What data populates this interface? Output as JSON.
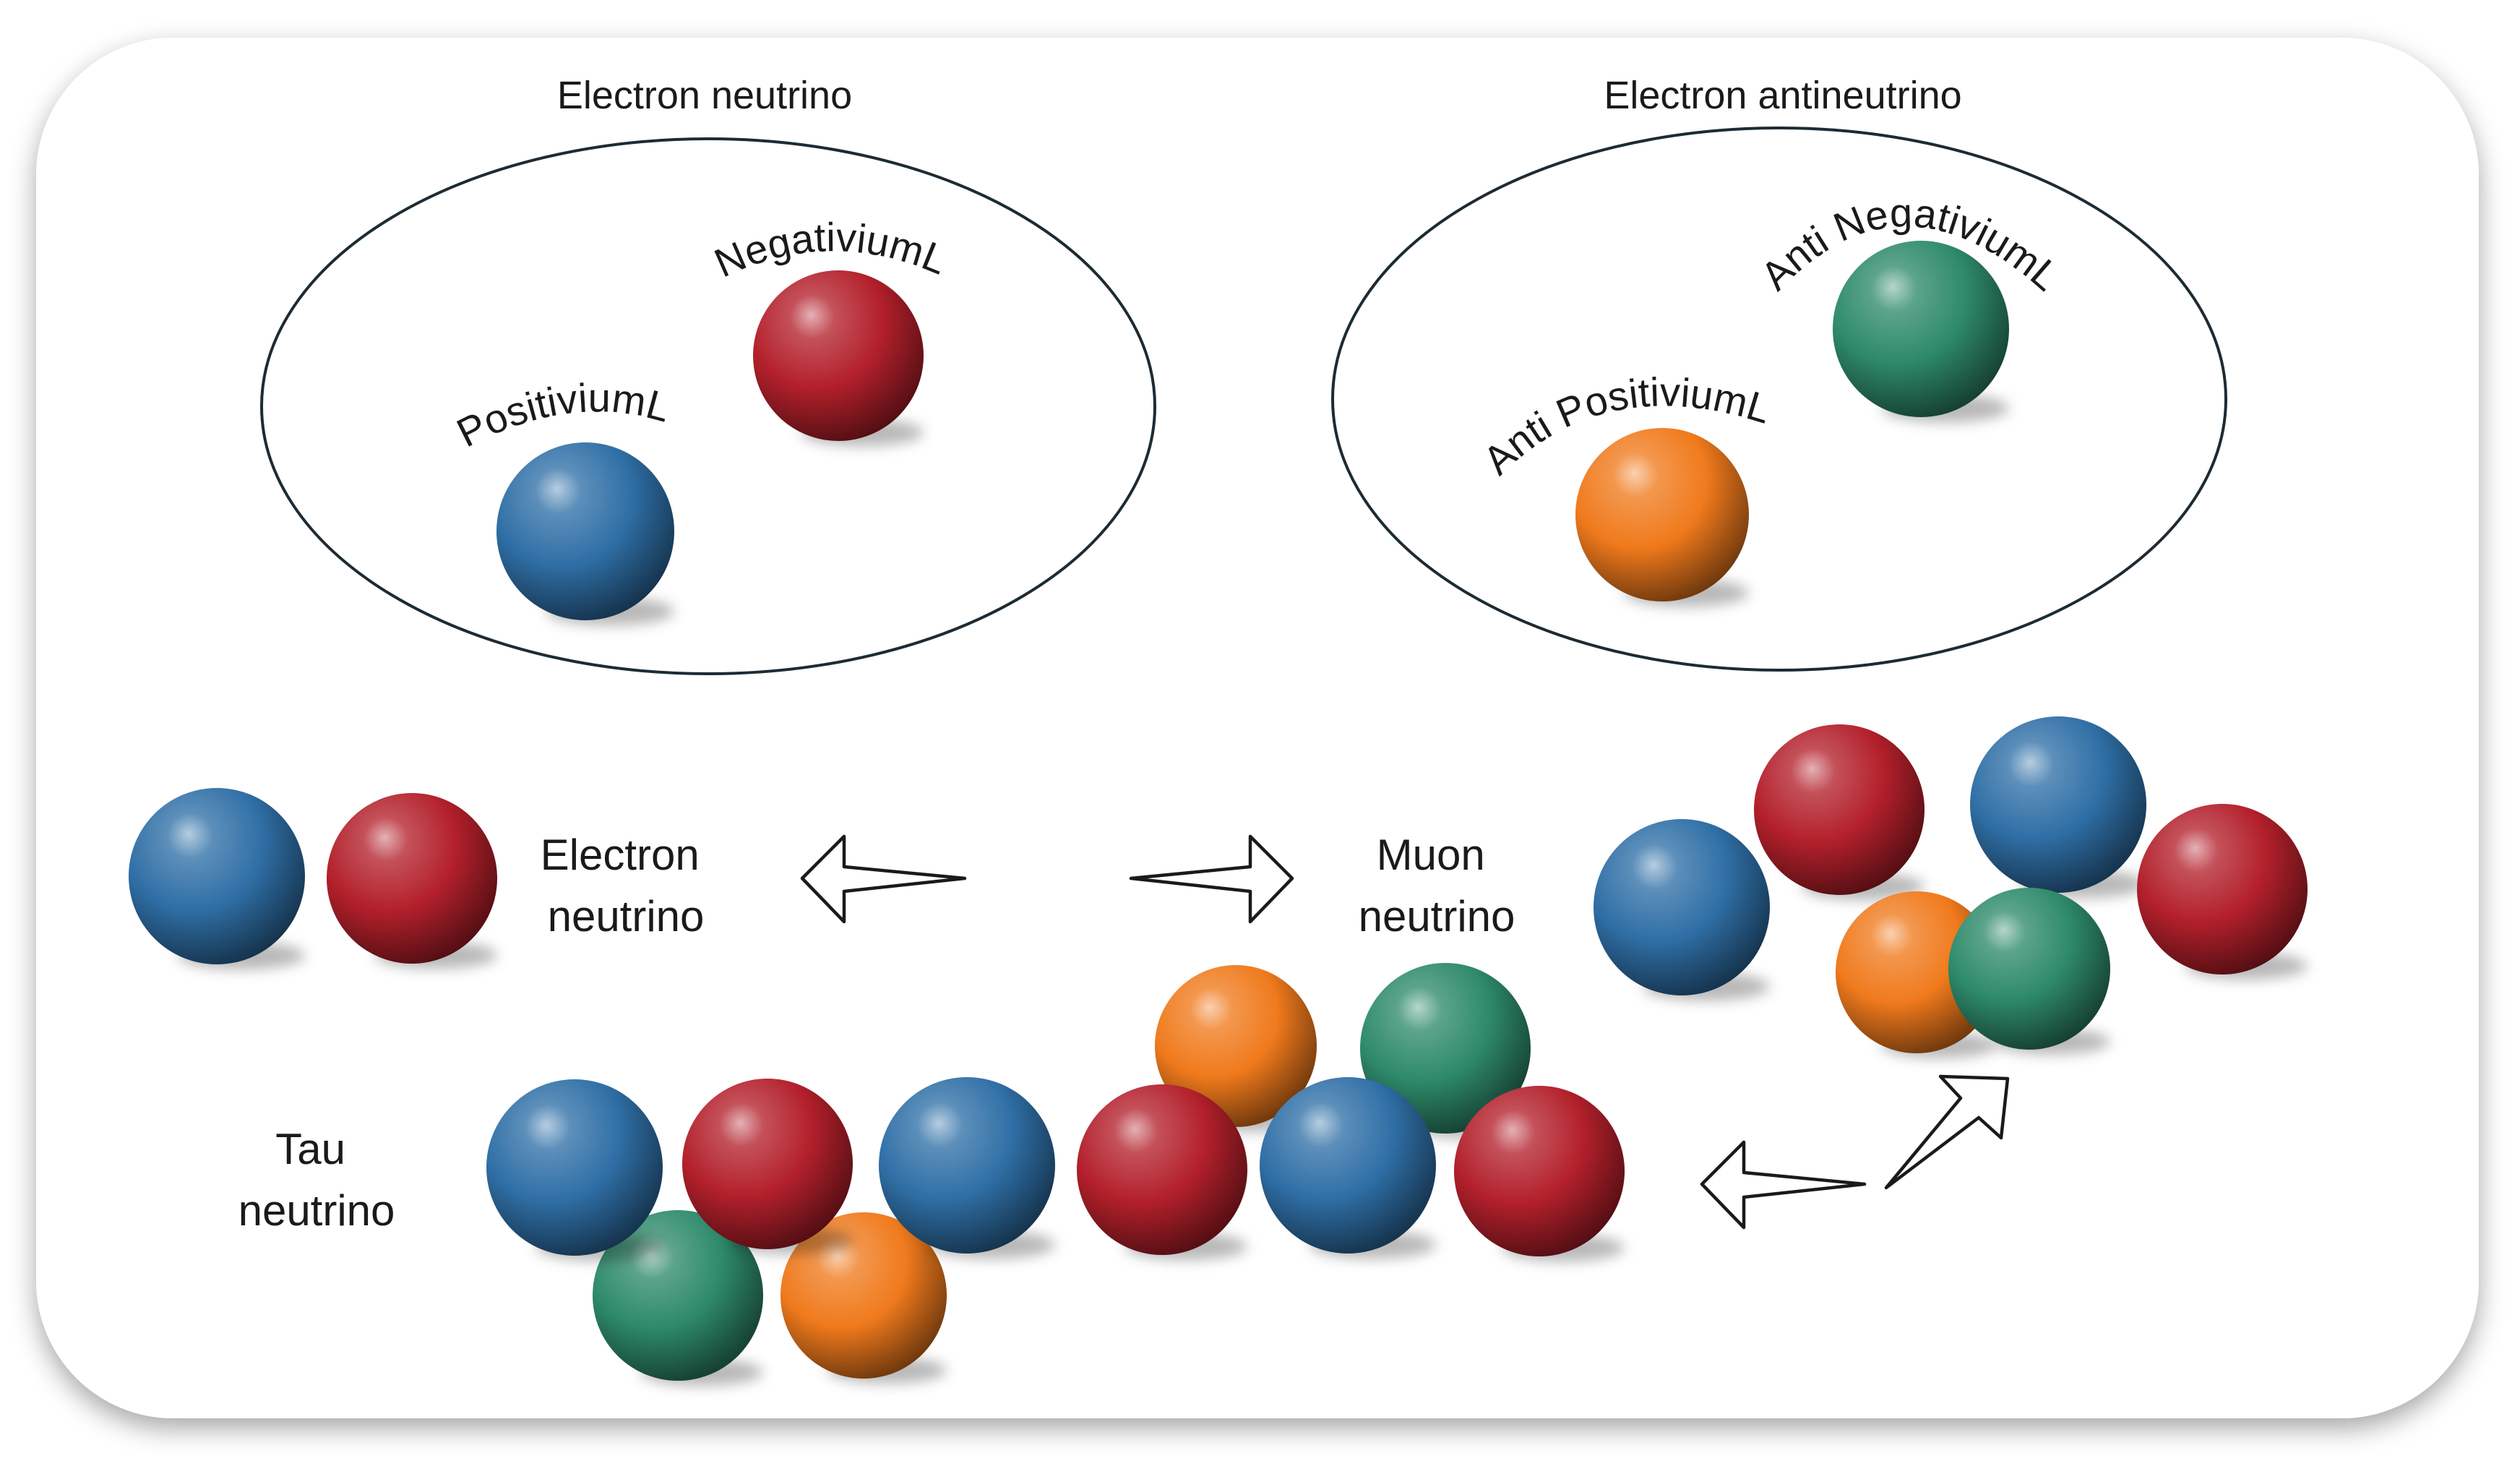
{
  "colors": {
    "blue": "#2f6fa6",
    "red": "#b3202b",
    "orange": "#f07a1c",
    "green": "#2e8a6a",
    "outline": "#1d2b33"
  },
  "groups": {
    "electron_neutrino": {
      "heading": "Electron neutrino",
      "labels": [
        "PositiviumL",
        "NegativiumL"
      ]
    },
    "electron_antineutrino": {
      "heading": "Electron antineutrino",
      "labels": [
        "Anti PositiviumL",
        "Anti NegativiumL"
      ]
    }
  },
  "families": {
    "electron": [
      "Electron",
      "neutrino"
    ],
    "muon": [
      "Muon",
      "neutrino"
    ],
    "tau": [
      "Tau",
      "neutrino"
    ]
  }
}
